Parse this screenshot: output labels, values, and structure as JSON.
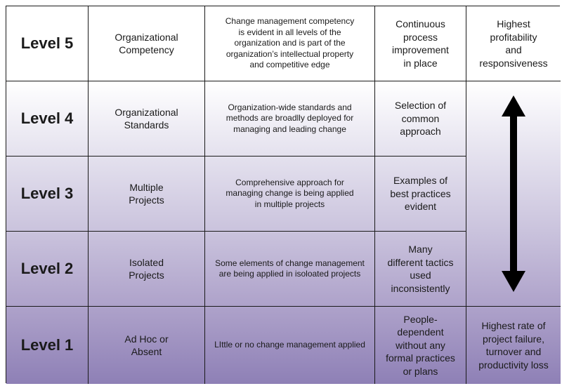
{
  "rows": [
    {
      "level": "Level 5",
      "name": "Organizational\nCompetency",
      "description": "Change management competency\nis evident in all levels of the\norganization and is part of the\norganization’s intellectual property\nand competitive edge",
      "practice": "Continuous\nprocess\nimprovement\nin place",
      "outcome": "Highest\nprofitability\nand\nresponsiveness"
    },
    {
      "level": "Level 4",
      "name": "Organizational\nStandards",
      "description": "Organization-wide standards and\nmethods are broadlly deployed for\nmanaging and leading change",
      "practice": "Selection of\ncommon\napproach"
    },
    {
      "level": "Level 3",
      "name": "Multiple\nProjects",
      "description": "Comprehensive approach for\nmanaging change is being applied\nin multiple projects",
      "practice": "Examples of\nbest practices\nevident"
    },
    {
      "level": "Level 2",
      "name": "Isolated\nProjects",
      "description": "Some elements of change management\nare being applied in isoloated projects",
      "practice": "Many\ndifferent tactics\nused\ninconsistently"
    },
    {
      "level": "Level 1",
      "name": "Ad Hoc or\nAbsent",
      "description": "LIttle or no change management applied",
      "practice": "People-dependent\nwithout any\nformal practices\nor plans",
      "outcome": "Highest rate of\nproject failure,\nturnover and\nproductivity loss"
    }
  ],
  "colors": {
    "top": "#ffffff",
    "bottom": "#8e80b6",
    "border": "#1a1a1a",
    "arrow": "#000000"
  },
  "icons": {
    "arrow": "double-headed-vertical-arrow-icon"
  }
}
